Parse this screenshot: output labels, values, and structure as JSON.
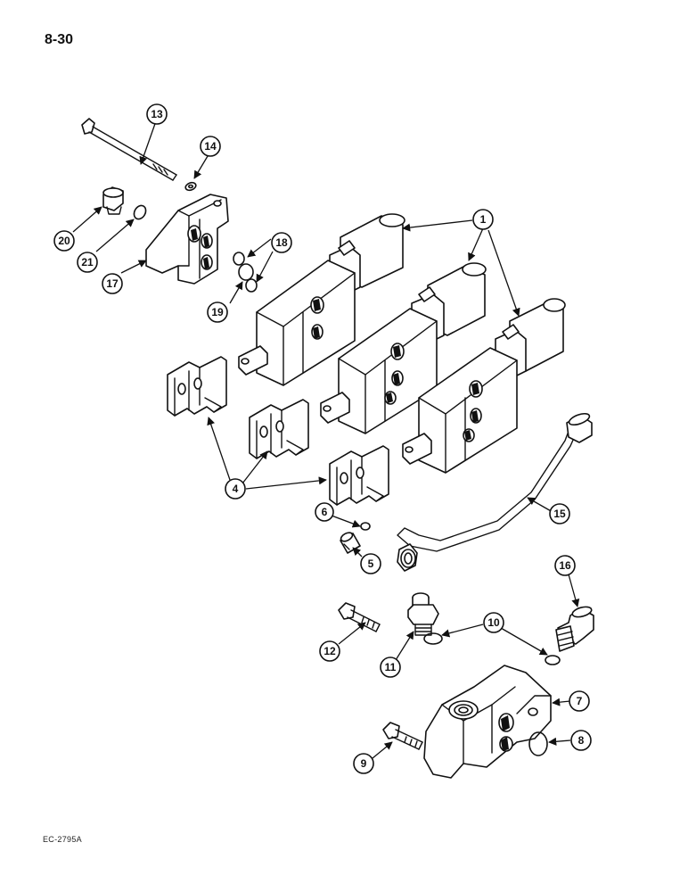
{
  "page": {
    "number": "8-30",
    "figure_code": "EC-2795A"
  },
  "callouts": [
    {
      "id": "1",
      "label": "1"
    },
    {
      "id": "4",
      "label": "4"
    },
    {
      "id": "5",
      "label": "5"
    },
    {
      "id": "6",
      "label": "6"
    },
    {
      "id": "7",
      "label": "7"
    },
    {
      "id": "8",
      "label": "8"
    },
    {
      "id": "9",
      "label": "9"
    },
    {
      "id": "10",
      "label": "10"
    },
    {
      "id": "11",
      "label": "11"
    },
    {
      "id": "12",
      "label": "12"
    },
    {
      "id": "13",
      "label": "13"
    },
    {
      "id": "14",
      "label": "14"
    },
    {
      "id": "15",
      "label": "15"
    },
    {
      "id": "16",
      "label": "16"
    },
    {
      "id": "17",
      "label": "17"
    },
    {
      "id": "18",
      "label": "18"
    },
    {
      "id": "19",
      "label": "19"
    },
    {
      "id": "20",
      "label": "20"
    },
    {
      "id": "21",
      "label": "21"
    }
  ],
  "colors": {
    "ink": "#111111",
    "paper": "#ffffff"
  }
}
